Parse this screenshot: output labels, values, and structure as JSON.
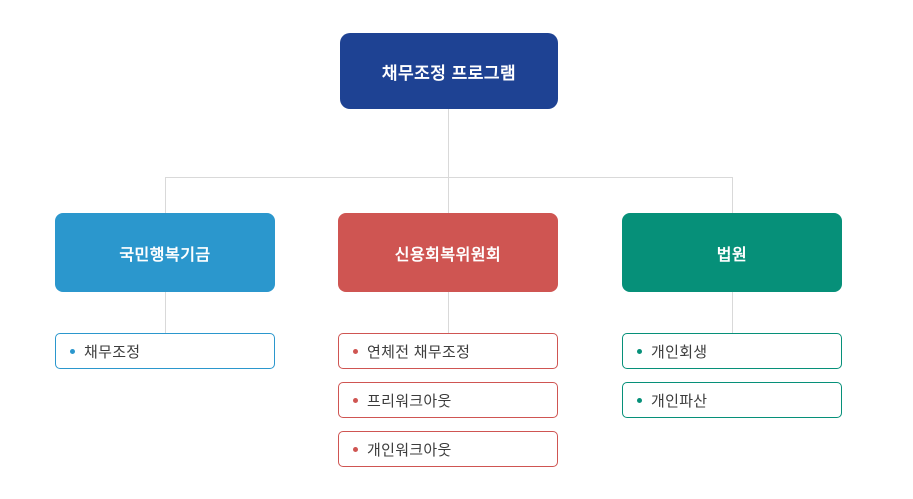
{
  "diagram": {
    "background": "#ffffff",
    "connector_color": "#d9d9d9",
    "item_text_color": "#3d3d3d",
    "root": {
      "label": "채무조정 프로그램",
      "color": "#1e4293",
      "text_color": "#ffffff"
    },
    "branches": [
      {
        "label": "국민행복기금",
        "color": "#2b97cd",
        "items": [
          "채무조정"
        ]
      },
      {
        "label": "신용회복위원회",
        "color": "#cf5552",
        "items": [
          "연체전 채무조정",
          "프리워크아웃",
          "개인워크아웃"
        ]
      },
      {
        "label": "법원",
        "color": "#069079",
        "items": [
          "개인회생",
          "개인파산"
        ]
      }
    ]
  }
}
